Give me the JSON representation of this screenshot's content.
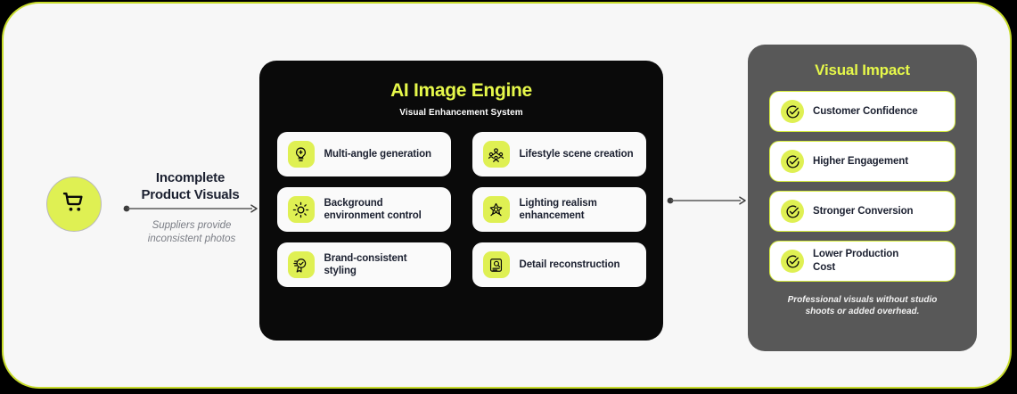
{
  "frame": {
    "border_color": "#C8DC2B",
    "background": "#F7F7F7"
  },
  "source": {
    "icon": "shopping-cart-icon",
    "title": "Incomplete\nProduct Visuals",
    "title_line1": "Incomplete",
    "title_line2": "Product Visuals",
    "caption_line1": "Suppliers provide",
    "caption_line2": "inconsistent photos",
    "accent": "#DFF053"
  },
  "engine": {
    "title": "AI Image Engine",
    "subtitle": "Visual Enhancement System",
    "title_color": "#E6F84A",
    "background": "#0A0A0A",
    "features": [
      {
        "label": "Multi-angle generation",
        "icon": "lightbulb-idea-icon"
      },
      {
        "label": "Lifestyle scene creation",
        "icon": "people-group-icon"
      },
      {
        "label": "Background\nenvironment control",
        "icon": "sun-icon"
      },
      {
        "label": "Lighting realism\nenhancement",
        "icon": "light-burst-icon"
      },
      {
        "label": "Brand-consistent\nstyling",
        "icon": "badge-award-icon"
      },
      {
        "label": "Detail reconstruction",
        "icon": "detail-scan-icon"
      }
    ]
  },
  "impact": {
    "title": "Visual Impact",
    "title_color": "#E6F84A",
    "background": "#585858",
    "items": [
      {
        "label": "Customer Confidence",
        "icon": "check-circle-icon"
      },
      {
        "label": "Higher Engagement",
        "icon": "check-circle-icon"
      },
      {
        "label": "Stronger Conversion",
        "icon": "check-circle-icon"
      },
      {
        "label": "Lower Production\nCost",
        "icon": "check-circle-icon"
      }
    ],
    "footer_line1": "Professional visuals without studio",
    "footer_line2": "shoots or added overhead."
  },
  "arrows": {
    "left_arrow": "arrow-right-icon",
    "middle_arrow": "arrow-right-icon",
    "color": "#4A4A4A"
  }
}
